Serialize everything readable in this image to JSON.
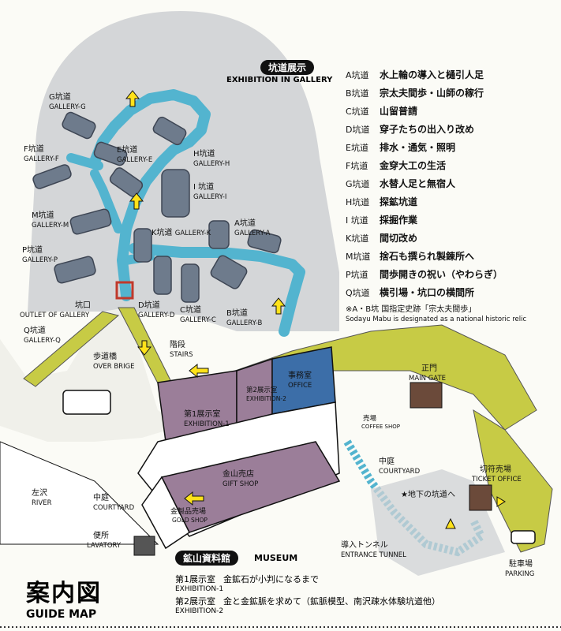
{
  "title": {
    "jp": "案内図",
    "en": "GUIDE MAP"
  },
  "exhibition_gallery": {
    "jp": "坑道展示",
    "en": "EXHIBITION IN GALLERY"
  },
  "gallery_legend": [
    {
      "code": "A坑道",
      "name": "水上輪の導入と樋引人足"
    },
    {
      "code": "B坑道",
      "name": "宗太夫間歩・山師の稼行"
    },
    {
      "code": "C坑道",
      "name": "山留普請"
    },
    {
      "code": "D坑道",
      "name": "穿子たちの出入り改め"
    },
    {
      "code": "E坑道",
      "name": "排水・通気・照明"
    },
    {
      "code": "F坑道",
      "name": "金穿大工の生活"
    },
    {
      "code": "G坑道",
      "name": "水替人足と無宿人"
    },
    {
      "code": "H坑道",
      "name": "探鉱坑道"
    },
    {
      "code": "I 坑道",
      "name": "採掘作業"
    },
    {
      "code": "K坑道",
      "name": "間切改め"
    },
    {
      "code": "M坑道",
      "name": "捨石も撰られ製錬所へ"
    },
    {
      "code": "P坑道",
      "name": "間歩開きの祝い（やわらぎ）"
    },
    {
      "code": "Q坑道",
      "name": "横引場・坑口の横間所"
    }
  ],
  "note_jp": "※A・B坑  国指定史跡「宗太夫間歩」",
  "note_en": "Sodayu Mabu is designated as a national historic relic",
  "gallery_labels": {
    "g": {
      "jp": "G坑道",
      "en": "GALLERY-G"
    },
    "f": {
      "jp": "F坑道",
      "en": "GALLERY-F"
    },
    "e": {
      "jp": "E坑道",
      "en": "GALLERY-E"
    },
    "h": {
      "jp": "H坑道",
      "en": "GALLERY-H"
    },
    "i": {
      "jp": "I 坑道",
      "en": "GALLERY-I"
    },
    "m": {
      "jp": "M坑道",
      "en": "GALLERY-M"
    },
    "k": {
      "jp": "K坑道",
      "en": "GALLERY-K"
    },
    "a": {
      "jp": "A坑道",
      "en": "GALLERY-A"
    },
    "p": {
      "jp": "P坑道",
      "en": "GALLERY-P"
    },
    "c": {
      "jp": "C坑道",
      "en": "GALLERY-C"
    },
    "b": {
      "jp": "B坑道",
      "en": "GALLERY-B"
    },
    "d": {
      "jp": "D坑道",
      "en": "GALLERY-D"
    },
    "q": {
      "jp": "Q坑道",
      "en": "GALLERY-Q"
    }
  },
  "places": {
    "outlet": {
      "jp": "坑口",
      "en": "OUTLET OF GALLERY"
    },
    "bridge": {
      "jp": "歩道橋",
      "en": "OVER BRIGE"
    },
    "stairs": {
      "jp": "階段",
      "en": "STAIRS"
    },
    "exhibit1": {
      "jp": "第1展示室",
      "en": "EXHIBITION-1"
    },
    "exhibit2": {
      "jp": "第2展示室",
      "en": "EXHIBITION-2"
    },
    "office": {
      "jp": "事務室",
      "en": "OFFICE"
    },
    "main_gate": {
      "jp": "正門",
      "en": "MAIN GATE"
    },
    "coffee": {
      "jp": "売場",
      "en": "COFFEE SHOP"
    },
    "courtyard1": {
      "jp": "中庭",
      "en": "COURTYARD"
    },
    "courtyard2": {
      "jp": "中庭",
      "en": "COURTYARD"
    },
    "gift": {
      "jp": "金山売店",
      "en": "GIFT SHOP"
    },
    "gold": {
      "jp": "金製品売場",
      "en": "GOLD SHOP"
    },
    "river": {
      "jp": "左沢",
      "en": "RIVER"
    },
    "lavatory": {
      "jp": "便所",
      "en": "LAVATORY"
    },
    "underground": {
      "jp": "★地下の坑道へ",
      "en": ""
    },
    "ticket": {
      "jp": "切符売場",
      "en": "TICKET OFFICE"
    },
    "tunnel": {
      "jp": "導入トンネル",
      "en": "ENTRANCE TUNNEL"
    },
    "parking": {
      "jp": "駐車場",
      "en": "PARKING"
    }
  },
  "museum": {
    "jp": "鉱山資料館",
    "en": "MUSEUM",
    "rooms": [
      {
        "jp": "第1展示室",
        "en": "EXHIBITION-1",
        "desc": "金鉱石が小判になるまで"
      },
      {
        "jp": "第2展示室",
        "en": "EXHIBITION-2",
        "desc": "金と金鉱脈を求めて（鉱脈模型、南沢疎水体験坑道他）"
      }
    ]
  },
  "colors": {
    "gallery_bg": "#d4d6d8",
    "tunnel": "#53b4cf",
    "path": "#c7cb45",
    "building": "#9b7e99",
    "office": "#3c6ea8",
    "arrow": "#ffe21a"
  }
}
